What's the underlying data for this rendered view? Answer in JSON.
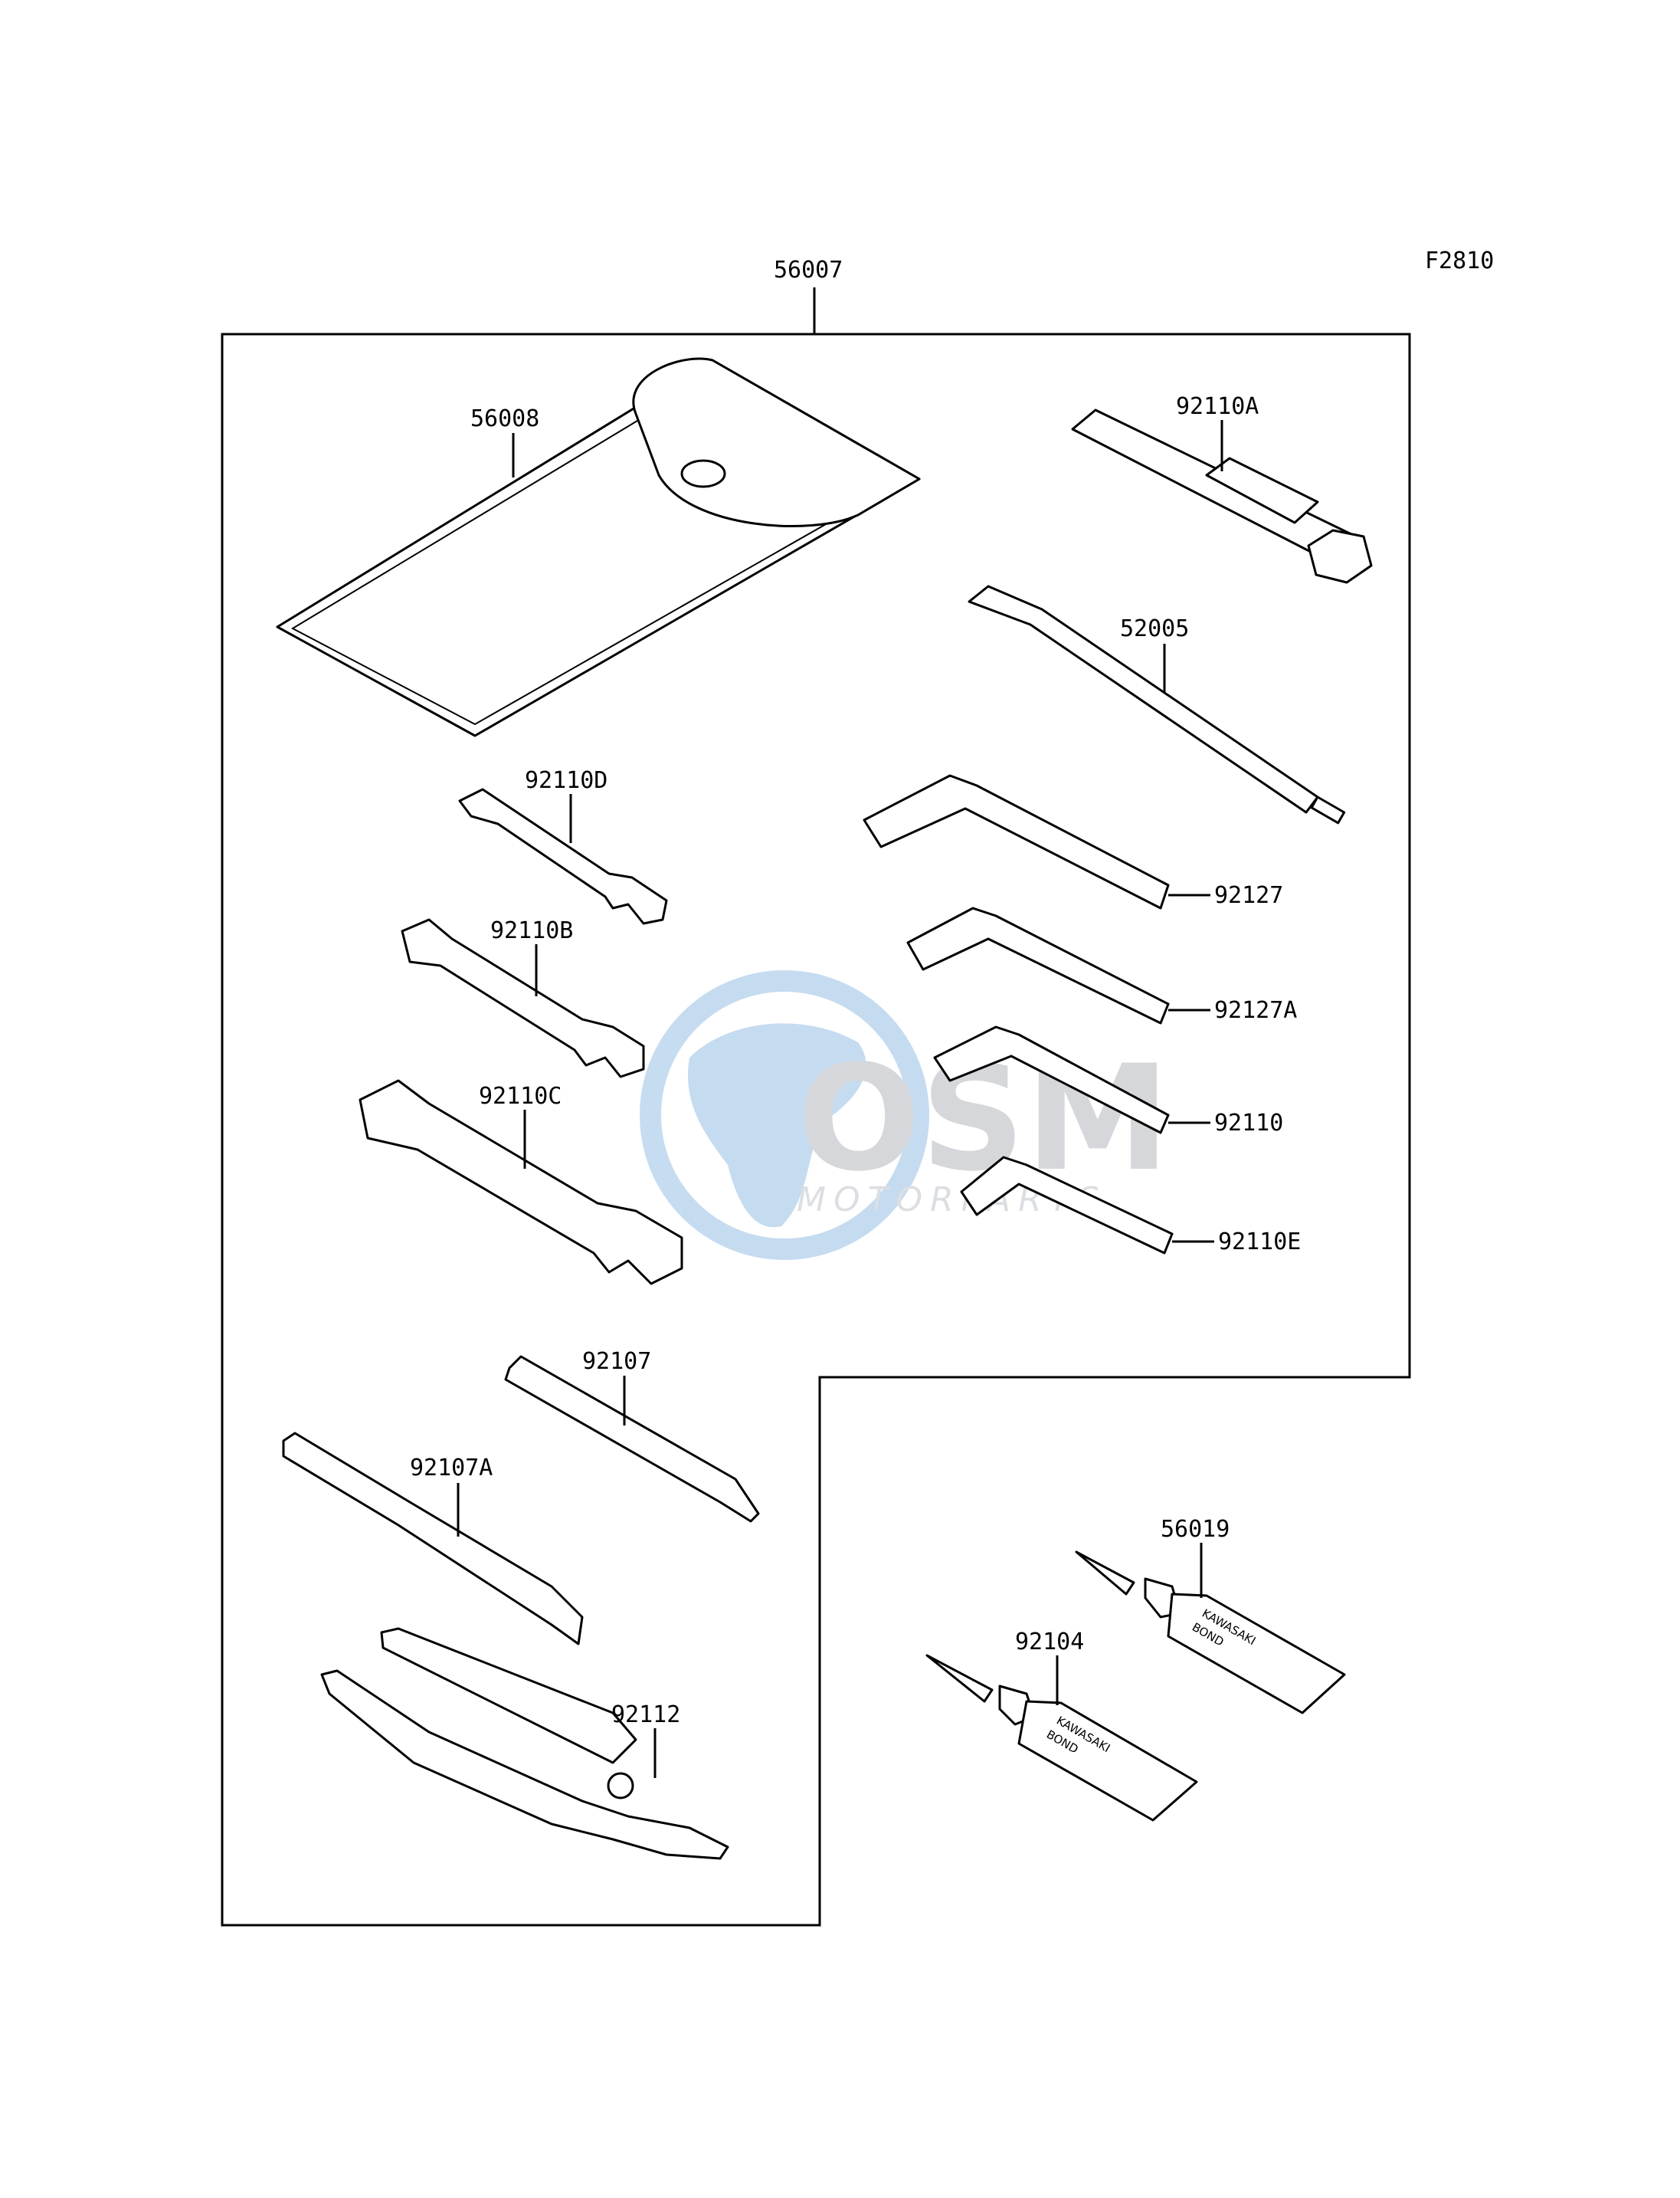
{
  "figure_code": "F2810",
  "kit_label": "56007",
  "parts": {
    "case": "56008",
    "plug_wrench": "92110A",
    "extension": "52005",
    "hex_key_1": "92127",
    "hex_key_2": "92127A",
    "hex_key_3": "92110",
    "hex_key_4": "92110E",
    "wrench_d": "92110D",
    "wrench_b": "92110B",
    "wrench_c": "92110C",
    "screwdriver": "92107",
    "screwdriver_a": "92107A",
    "pliers": "92112",
    "bond_1": "56019",
    "bond_2": "92104"
  },
  "tube_text": {
    "brand": "KAWASAKI",
    "product": "BOND"
  },
  "watermark": {
    "name": "OSM",
    "sub": "MOTORPARTS",
    "color": "#9aa5b1",
    "globe_color": "#5b9bd5"
  }
}
